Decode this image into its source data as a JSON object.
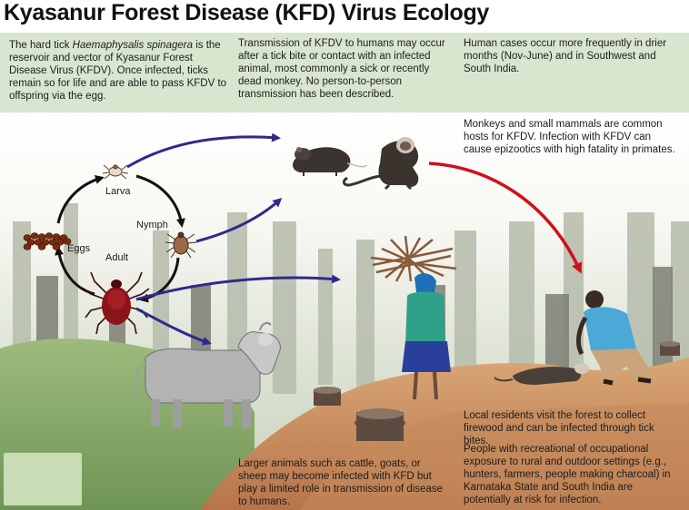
{
  "title": "Kyasanur Forest Disease (KFD) Virus Ecology",
  "panels": {
    "reservoir": {
      "pre": "The hard tick ",
      "species": "Haemaphysalis spinagera",
      "post": " is the reservoir and vector of Kyasanur Forest Disease Virus (KFDV). Once infected, ticks remain so for life and are able to pass KFDV to offspring via the egg."
    },
    "transmission": "Transmission of KFDV to humans may occur after a tick bite or contact with an infected animal, most commonly a sick or recently dead monkey. No person-to-person transmission has been described.",
    "human_cases": "Human cases occur more frequently in drier months (Nov-June) and in Southwest and South India.",
    "hosts": "Monkeys and small mammals are common hosts for KFDV. Infection with KFDV can cause epizootics with high fatality in primates.",
    "large_animals": "Larger animals such as cattle, goats, or sheep may become infected with KFD but play a limited role in transmission of disease to humans.",
    "residents": "Local residents visit the forest to collect firewood and can be infected through tick bites.",
    "exposure": "People with recreational of occupational exposure to rural and outdoor settings (e.g., hunters, farmers, people making charcoal) in Karnataka State and South India are potentially at risk for infection."
  },
  "lifecycle": {
    "larva": "Larva",
    "nymph": "Nymph",
    "adult": "Adult",
    "eggs": "Eggs"
  },
  "colors": {
    "band": "#d9e6cf",
    "arrow_blue": "#2e2a8c",
    "arrow_red": "#d0101a",
    "tick_red": "#8a1418",
    "ground": "#c48a5c",
    "shirt": "#4aa9d6"
  }
}
